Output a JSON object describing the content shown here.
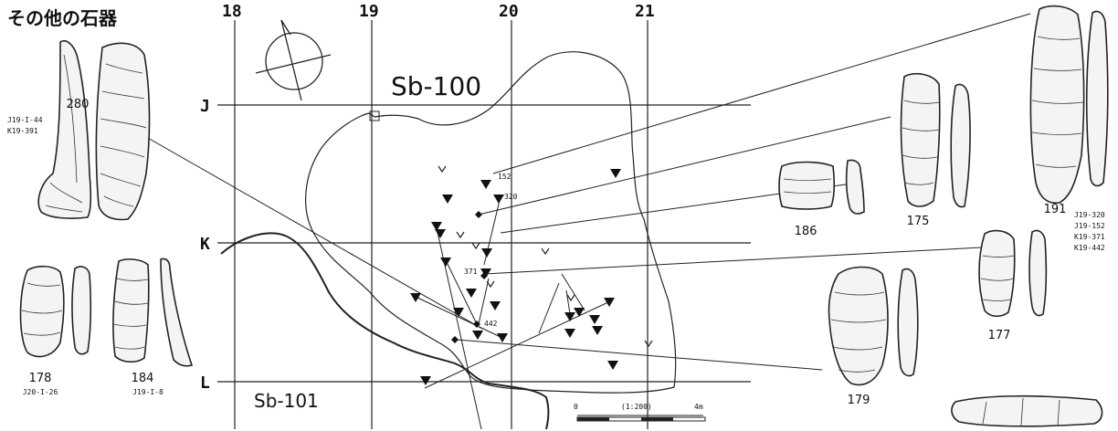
{
  "title": "その他の石器",
  "map": {
    "columns": [
      "18",
      "19",
      "20",
      "21"
    ],
    "rows": [
      "J",
      "K",
      "L"
    ],
    "pits": [
      "Sb-100",
      "Sb-101"
    ],
    "point_labels": [
      "152",
      "320",
      "371",
      "442"
    ],
    "scale": {
      "zero": "0",
      "ratio": "(1:200)",
      "length": "4m"
    }
  },
  "artifacts": [
    {
      "id": "280",
      "refs": [
        "J19-I-44",
        "K19-391"
      ]
    },
    {
      "id": "178",
      "refs": [
        "J20-I-26"
      ]
    },
    {
      "id": "184",
      "refs": [
        "J19-I-8"
      ]
    },
    {
      "id": "186",
      "refs": []
    },
    {
      "id": "175",
      "refs": []
    },
    {
      "id": "191",
      "refs": [
        "J19-320",
        "J19-152",
        "K19-371",
        "K19-442"
      ]
    },
    {
      "id": "177",
      "refs": []
    },
    {
      "id": "179",
      "refs": []
    }
  ]
}
